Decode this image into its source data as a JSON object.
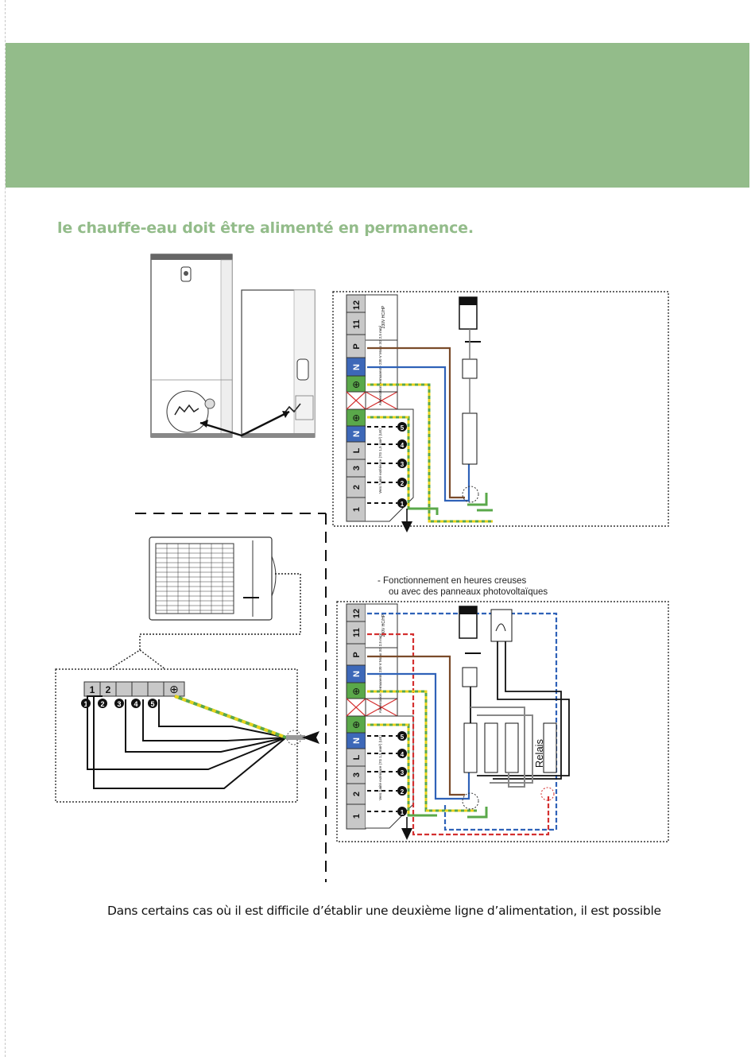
{
  "page": {
    "headline": "le chauffe-eau doit être alimenté en permanence.",
    "bottom_text": "Dans certains cas où il est difficile d’établir une deuxième ligne d’alimentation, il est possible"
  },
  "note": {
    "line1": "-   Fonctionnement en heures creuses",
    "line2": "ou avec des panneaux photovoltaïques"
  },
  "terminal_block": {
    "rows": [
      "12",
      "11",
      "P",
      "N",
      "⊕",
      "",
      "⊕",
      "N",
      "L",
      "3",
      "2",
      "1"
    ],
    "label_hchp": "230V HC/HP",
    "label_power": "Alimentation permanente 230 V Mono 3G 2,5 mm²",
    "label_outdoor": "Vers l'unité extérieure (7G 1,5 mm²) (UE)",
    "numbers": [
      "5",
      "4",
      "3",
      "2",
      "1"
    ]
  },
  "outdoor_strip": {
    "cells": [
      "1",
      "2",
      "",
      "",
      "",
      "⊕"
    ],
    "numbers": [
      "1",
      "2",
      "3",
      "4",
      "5"
    ]
  },
  "relay_label": "Relais",
  "colors": {
    "banner": "#93bc8a",
    "headline": "#93bc8a",
    "brown": "#7a4b2a",
    "blue": "#2f62b8",
    "red": "#d43030",
    "green": "#5aa84a",
    "yellow": "#e8d21c",
    "terminal_grey": "#c8c8c8",
    "terminal_blue": "#3d68b8",
    "terminal_green": "#5aa84a"
  }
}
